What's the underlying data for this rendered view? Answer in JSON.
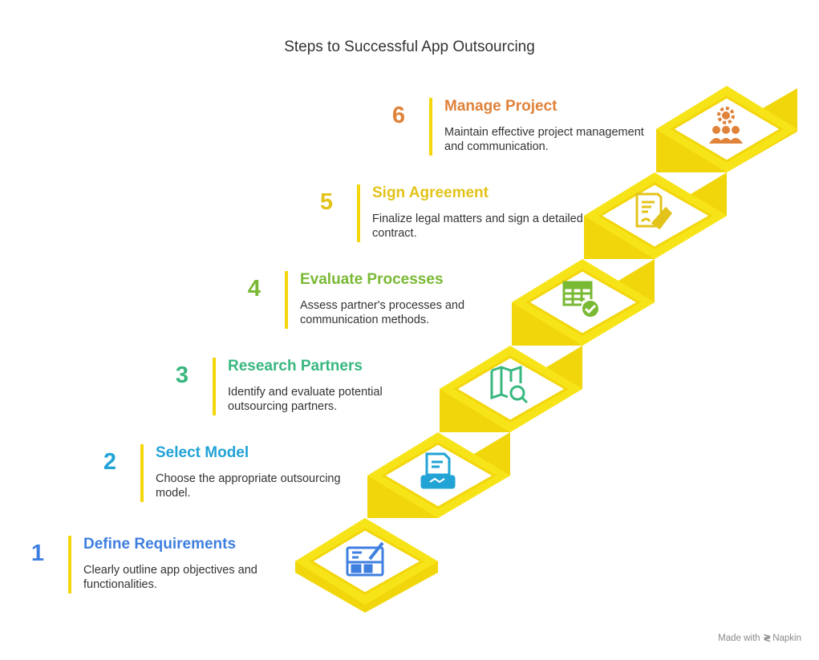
{
  "title": "Steps to Successful App Outsourcing",
  "steps": [
    {
      "number": "1",
      "heading": "Define Requirements",
      "description": "Clearly outline app objectives and functionalities.",
      "color": "#3f7fe0",
      "icon": "blueprint-icon"
    },
    {
      "number": "2",
      "heading": "Select Model",
      "description": "Choose the appropriate outsourcing model.",
      "color": "#22a3d6",
      "icon": "contract-handshake-icon"
    },
    {
      "number": "3",
      "heading": "Research Partners",
      "description": "Identify and evaluate potential outsourcing partners.",
      "color": "#38b77f",
      "icon": "map-search-icon"
    },
    {
      "number": "4",
      "heading": "Evaluate Processes",
      "description": "Assess partner's processes and communication methods.",
      "color": "#7ab934",
      "icon": "table-check-icon"
    },
    {
      "number": "5",
      "heading": "Sign Agreement",
      "description": "Finalize legal matters and sign a detailed contract.",
      "color": "#e3c31a",
      "icon": "document-sign-icon"
    },
    {
      "number": "6",
      "heading": "Manage Project",
      "description": "Maintain effective project management and communication.",
      "color": "#e0823a",
      "icon": "team-gear-icon"
    }
  ],
  "footer": {
    "prefix": "Made with",
    "brand": "Napkin"
  },
  "colors": {
    "stair_fill": "#f5e41a",
    "stair_outline": "#ffffff"
  }
}
